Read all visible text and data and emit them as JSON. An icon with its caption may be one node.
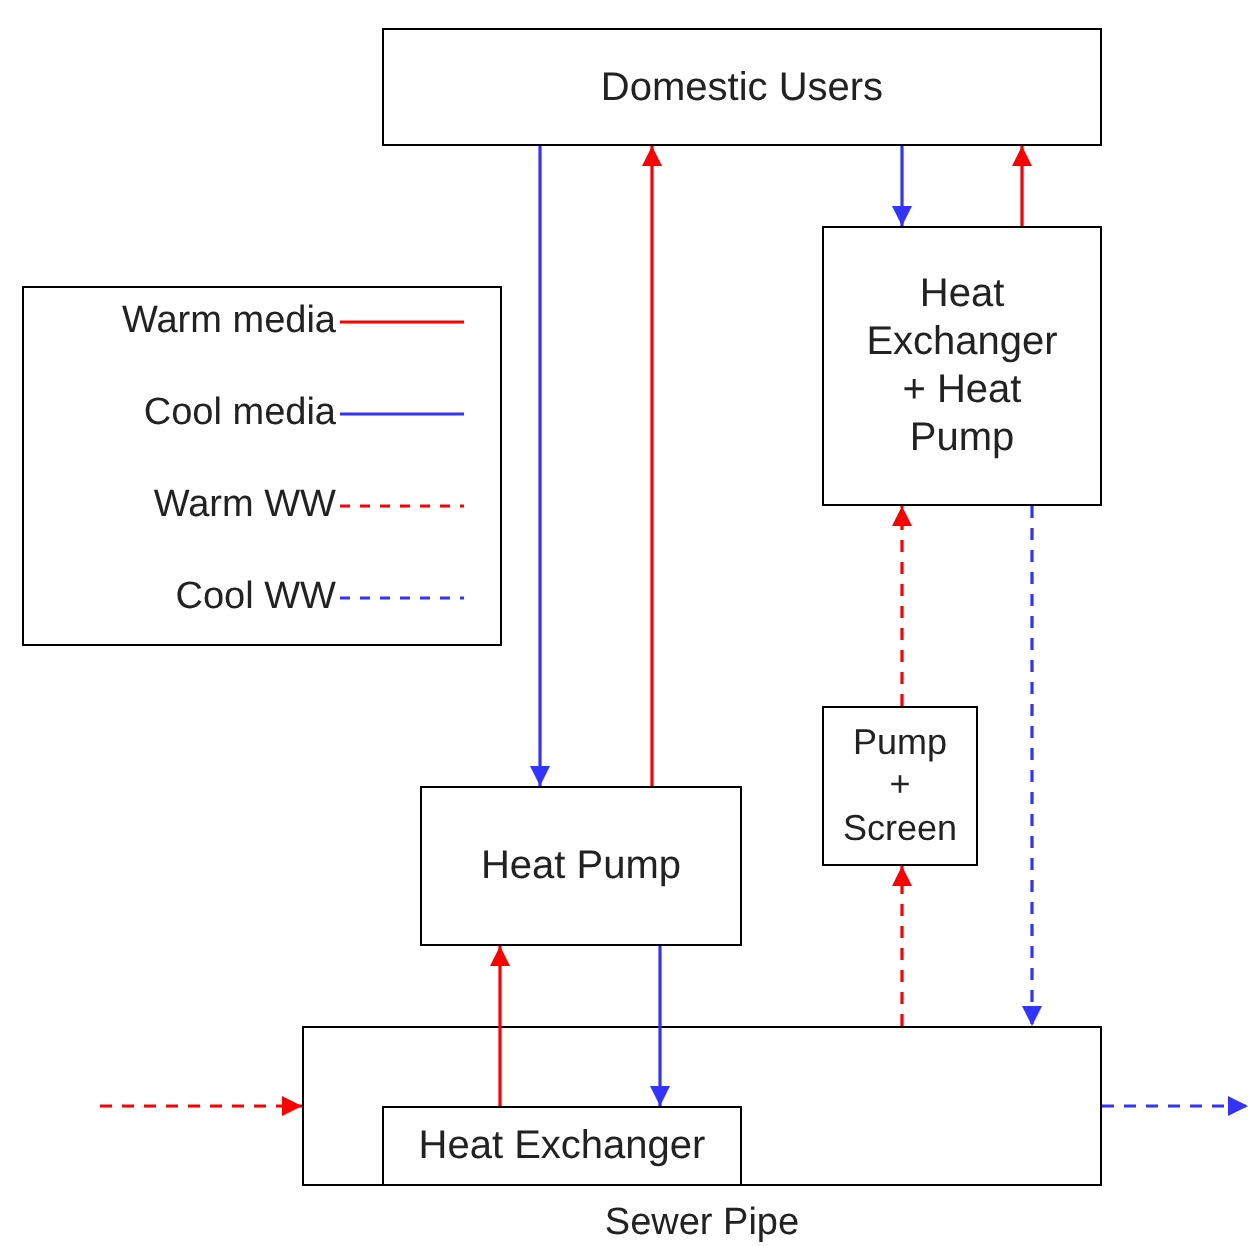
{
  "diagram": {
    "nodes": [
      {
        "text": [
          "Domestic Users"
        ]
      },
      {
        "text": [
          "Heat Exchanger + Heat Pump"
        ]
      },
      {
        "text": [
          "Pump + Screen"
        ]
      },
      {
        "text": [
          "Heat Pump"
        ]
      },
      {
        "text": [
          "Sewer Pipe"
        ]
      },
      {
        "text": [
          "Heat Exchanger"
        ],
        "in": 4
      }
    ],
    "edges": [
      {
        "from": 0,
        "to": 3,
        "arrow": "to",
        "color": "#3333ff"
      },
      {
        "from": 3,
        "to": 0,
        "arrow": "to",
        "color": "#ff0000"
      },
      {
        "from": 0,
        "to": 1,
        "arrow": "to",
        "color": "#3333ff"
      },
      {
        "from": 1,
        "to": 0,
        "arrow": "to",
        "color": "#ff0000"
      },
      {
        "from": 1,
        "to": 4,
        "arrow": "to",
        "style": "dashed",
        "color": "#3333ff"
      },
      {
        "from": 2,
        "to": 1,
        "arrow": "to",
        "style": "dashed",
        "color": "#ff0000"
      },
      {
        "from": 4,
        "to": 2,
        "arrow": "to",
        "style": "dashed",
        "color": "#ff0000"
      },
      {
        "from": 5,
        "to": 3,
        "arrow": "to",
        "color": "#ff0000"
      },
      {
        "from": 3,
        "to": 5,
        "arrow": "to",
        "color": "#3333ff"
      },
      {
        "from": null,
        "to": 4,
        "arrow": "to",
        "style": "dashed",
        "color": "#ff0000"
      },
      {
        "from": 4,
        "to": null,
        "arrow": "to",
        "style": "dashed",
        "color": "#3333ff"
      }
    ],
    "legend": [
      {
        "text": "Warm media"
      },
      {
        "text": "Cool media"
      },
      {
        "text": "Warm WW"
      },
      {
        "text": "Cool WW"
      }
    ]
  }
}
